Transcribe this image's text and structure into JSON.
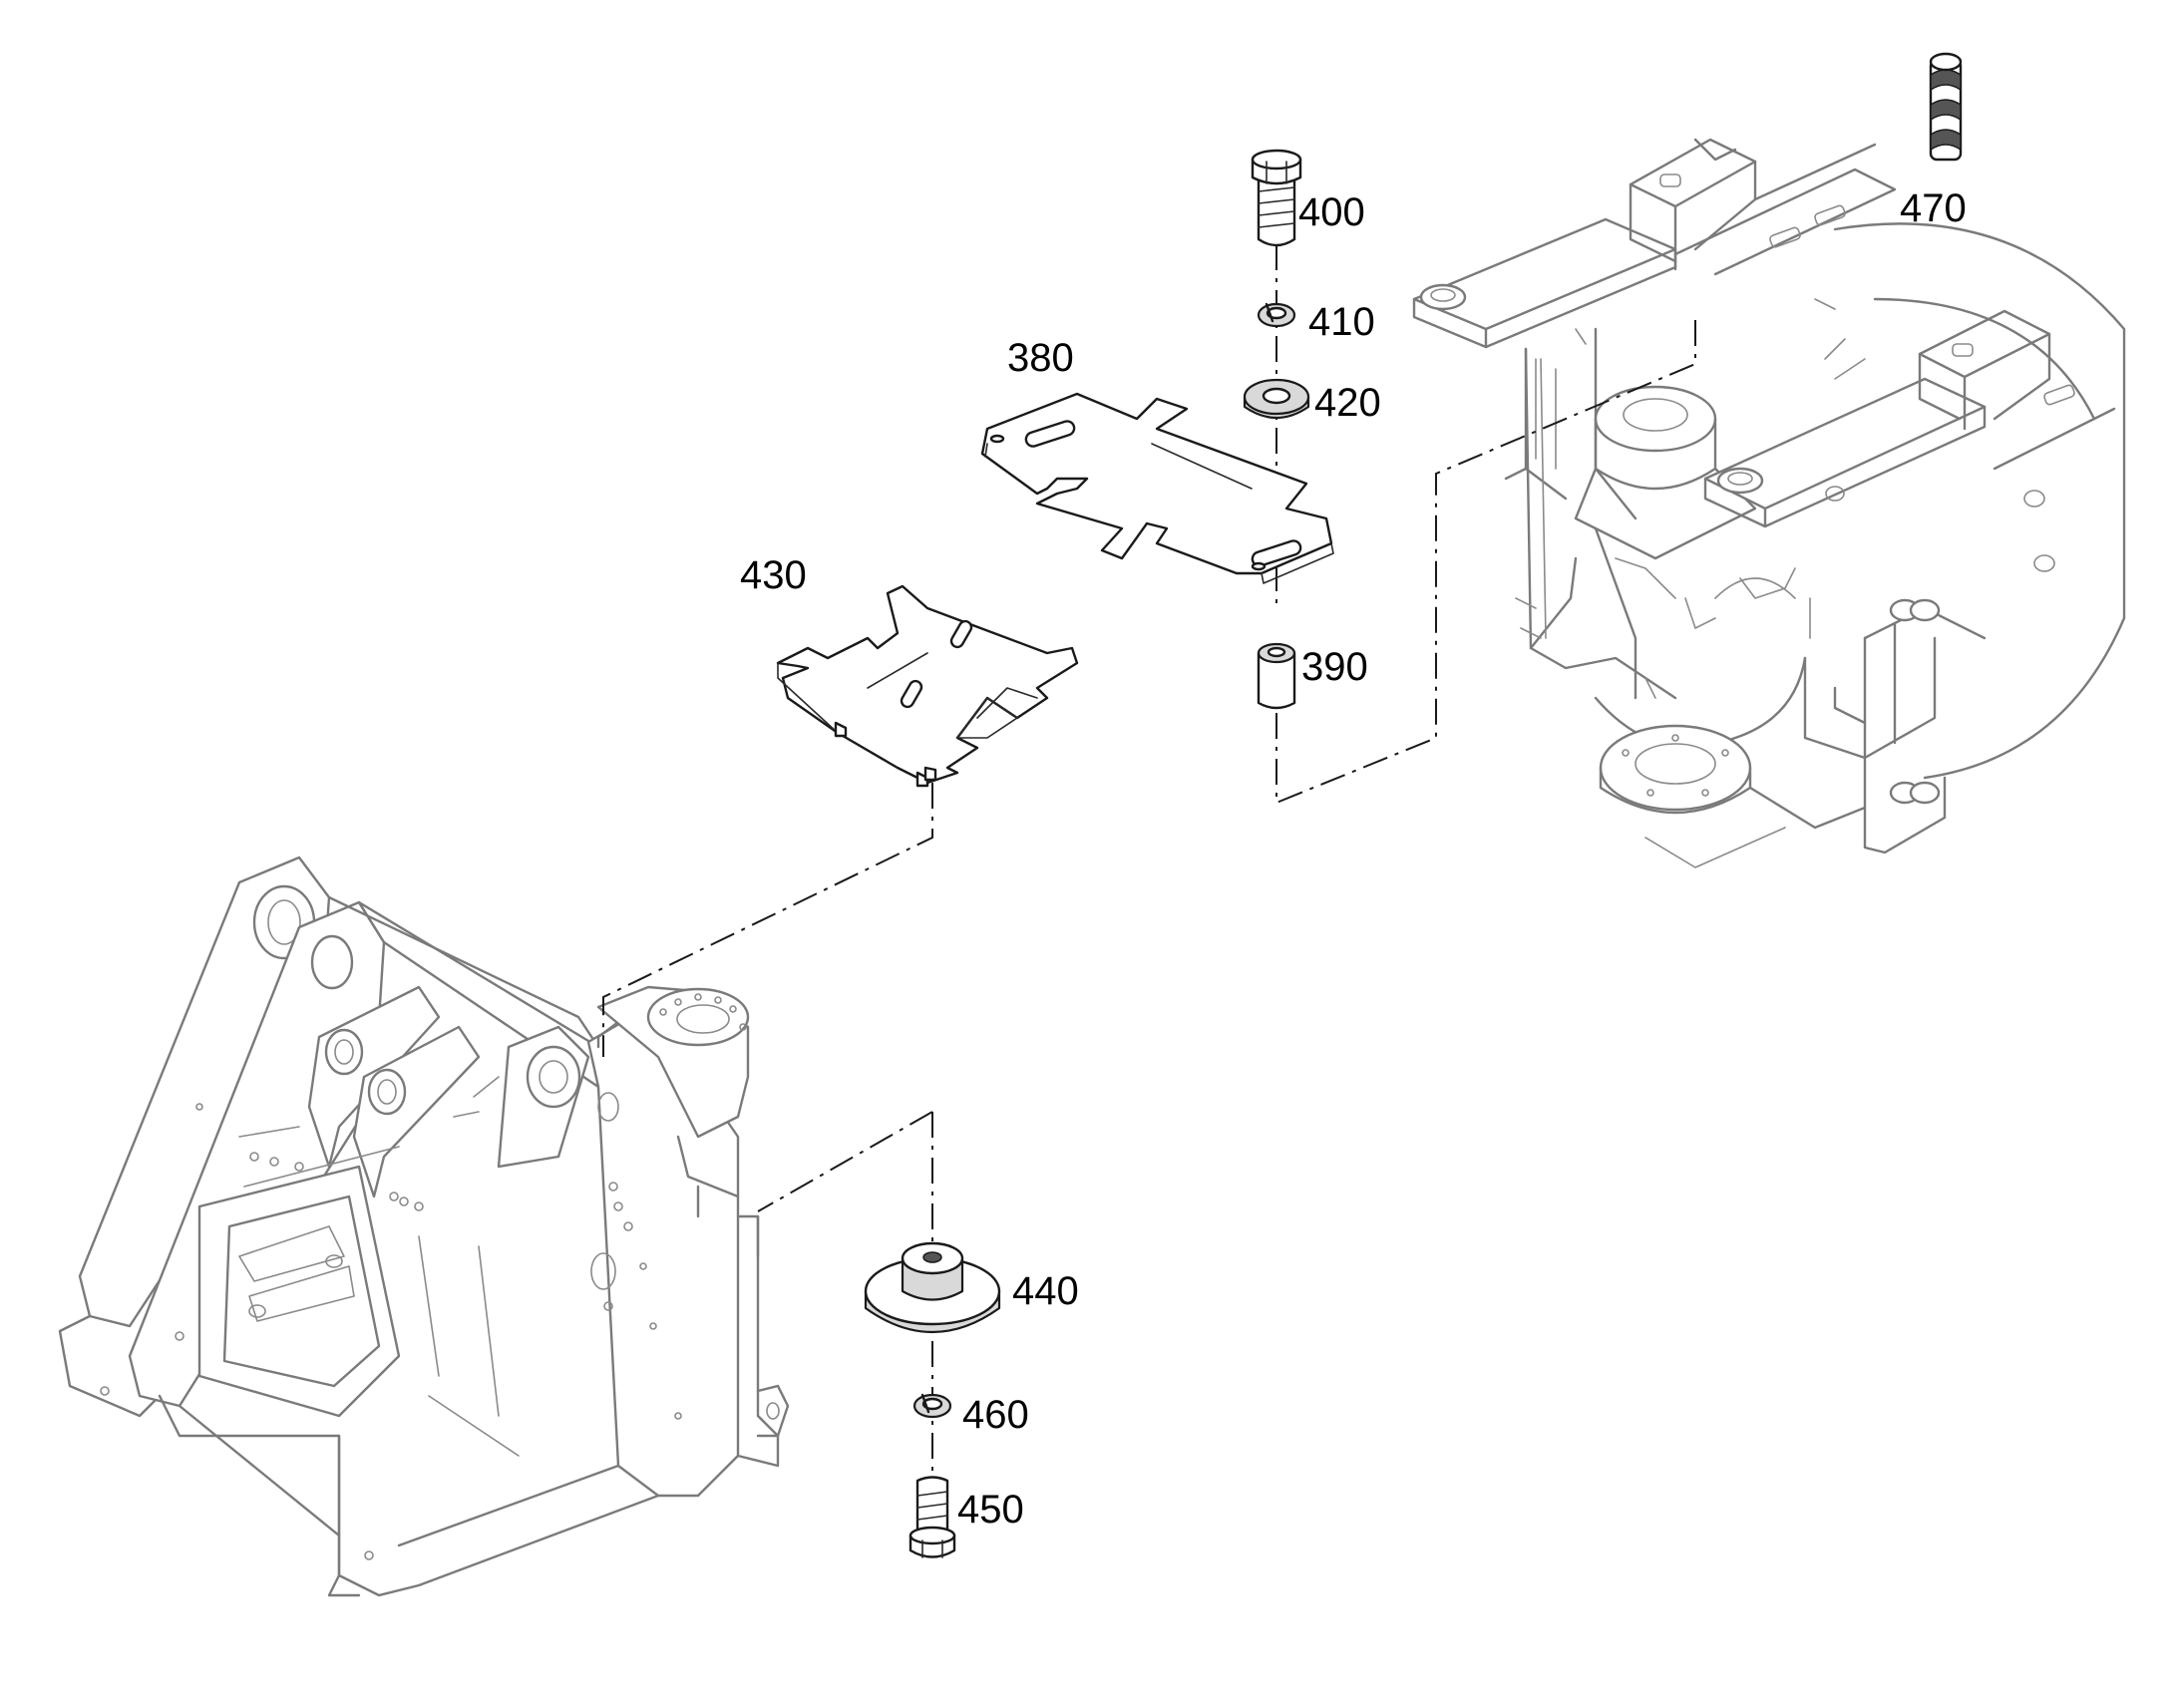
{
  "diagram": {
    "parts": [
      {
        "id": "p380",
        "label": "380"
      },
      {
        "id": "p390",
        "label": "390"
      },
      {
        "id": "p400",
        "label": "400"
      },
      {
        "id": "p410",
        "label": "410"
      },
      {
        "id": "p420",
        "label": "420"
      },
      {
        "id": "p430",
        "label": "430"
      },
      {
        "id": "p440",
        "label": "440"
      },
      {
        "id": "p450",
        "label": "450"
      },
      {
        "id": "p460",
        "label": "460"
      },
      {
        "id": "p470",
        "label": "470"
      }
    ]
  }
}
